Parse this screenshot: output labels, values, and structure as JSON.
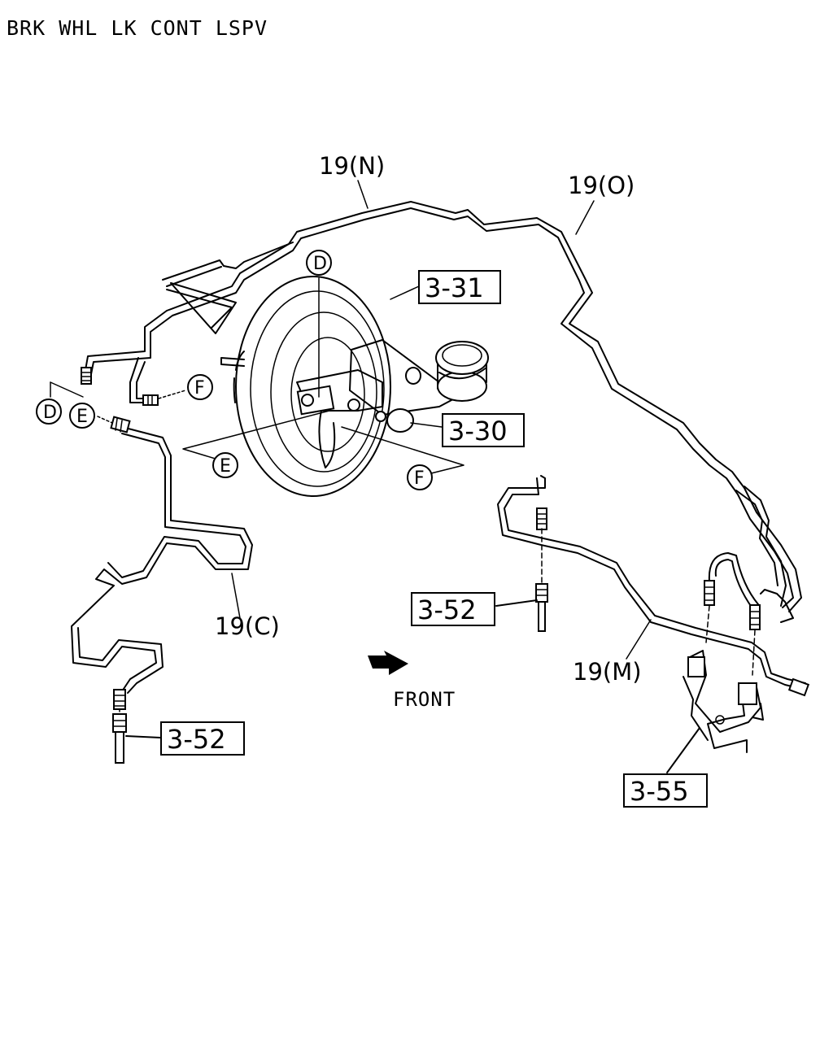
{
  "title": "BRK WHL LK CONT LSPV",
  "callouts": {
    "ref_3_31": "3-31",
    "ref_3_30": "3-30",
    "ref_3_52_left": "3-52",
    "ref_3_52_right": "3-52",
    "ref_3_55": "3-55"
  },
  "pipes": {
    "pipe_19n": "19(N)",
    "pipe_19o": "19(O)",
    "pipe_19c": "19(C)",
    "pipe_19m": "19(M)"
  },
  "markers": {
    "d_top": "D",
    "d_left": "D",
    "e_left": "E",
    "e_bottom": "E",
    "f_top": "F",
    "f_bottom": "F"
  },
  "front": "FRONT"
}
